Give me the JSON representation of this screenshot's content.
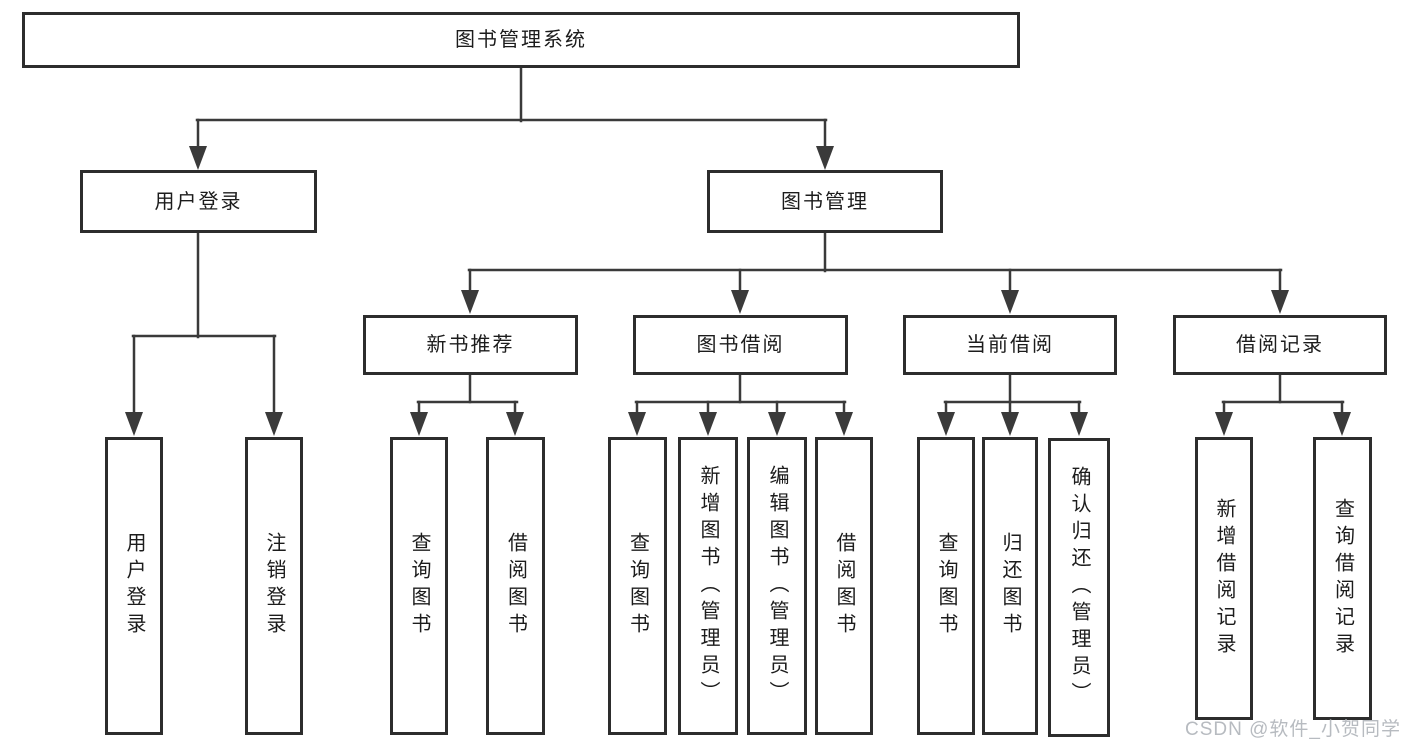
{
  "diagram": {
    "title_node": "图书管理系统",
    "nodes": {
      "root": {
        "label": "图书管理系统"
      },
      "level2": [
        {
          "label": "用户登录"
        },
        {
          "label": "图书管理"
        }
      ],
      "level3": [
        {
          "label": "新书推荐"
        },
        {
          "label": "图书借阅"
        },
        {
          "label": "当前借阅"
        },
        {
          "label": "借阅记录"
        }
      ],
      "level4_groups": [
        {
          "parent": "用户登录",
          "children": [
            "用户登录",
            "注销登录"
          ]
        },
        {
          "parent": "新书推荐",
          "children": [
            "查询图书",
            "借阅图书"
          ]
        },
        {
          "parent": "图书借阅",
          "children": [
            "查询图书",
            "新增图书（管理员）",
            "编辑图书（管理员）",
            "借阅图书"
          ]
        },
        {
          "parent": "当前借阅",
          "children": [
            "查询图书",
            "归还图书",
            "确认归还（管理员）"
          ]
        },
        {
          "parent": "借阅记录",
          "children": [
            "新增借阅记录",
            "查询借阅记录"
          ]
        }
      ]
    }
  },
  "watermark": {
    "text": "CSDN @软件_小贺同学"
  },
  "colors": {
    "line": "#3a3a3a",
    "border": "#2d2d2d",
    "text": "#1c1c1c",
    "watermark": "#b7bbc0",
    "bg": "#ffffff"
  }
}
